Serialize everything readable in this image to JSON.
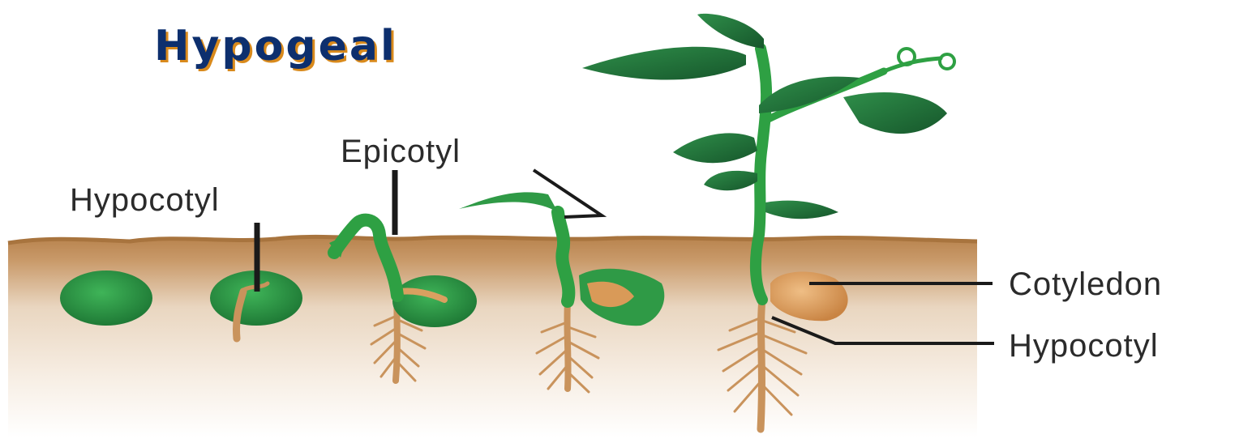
{
  "title": "Hypogeal",
  "labels": {
    "hypocotyl_left": "Hypocotyl",
    "epicotyl": "Epicotyl",
    "cotyledon": "Cotyledon",
    "hypocotyl_right": "Hypocotyl"
  },
  "colors": {
    "soil_top": "#b07a45",
    "soil_fade": "#f8f1e8",
    "seed_green": "#2f9a46",
    "stem_green": "#2ea043",
    "leaf_dark": "#1f6e3a",
    "root_tan": "#c9935c",
    "cotyledon_tan": "#d99a58",
    "leader_line": "#1a1a1a"
  },
  "stages": [
    {
      "stage": 1,
      "description_shown": false
    },
    {
      "stage": 2,
      "description_shown": false
    },
    {
      "stage": 3,
      "description_shown": false
    },
    {
      "stage": 4,
      "description_shown": false
    },
    {
      "stage": 5,
      "description_shown": false
    }
  ]
}
